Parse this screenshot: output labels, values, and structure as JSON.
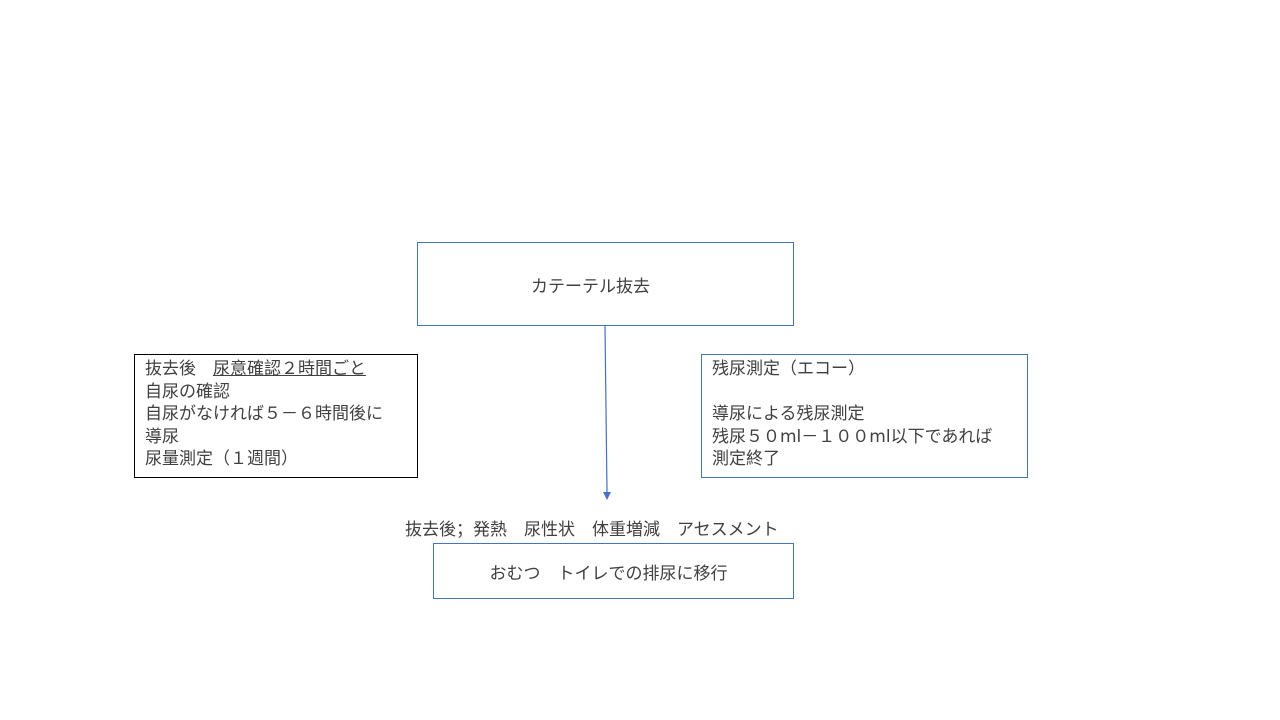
{
  "flowchart": {
    "top_box": {
      "text": "カテーテル抜去"
    },
    "left_box": {
      "line1_prefix": "抜去後　",
      "line1_underlined": "尿意確認２時間ごと",
      "line2": "自尿の確認",
      "line3": "自尿がなければ５－６時間後に",
      "line4": "導尿",
      "line5": "尿量測定（１週間）"
    },
    "right_box": {
      "line1": "残尿測定（エコー）",
      "line2": "導尿による残尿測定",
      "line3": "残尿５０ml－１００ml以下であれば",
      "line4": "測定終了"
    },
    "assessment_text": "抜去後；発熱　尿性状　体重増減　アセスメント",
    "bottom_box": {
      "text": "おむつ　トイレでの排尿に移行"
    },
    "colors": {
      "box_border": "#4472c4",
      "left_box_border": "#000000",
      "text": "#404040",
      "arrow": "#4472c4"
    }
  }
}
